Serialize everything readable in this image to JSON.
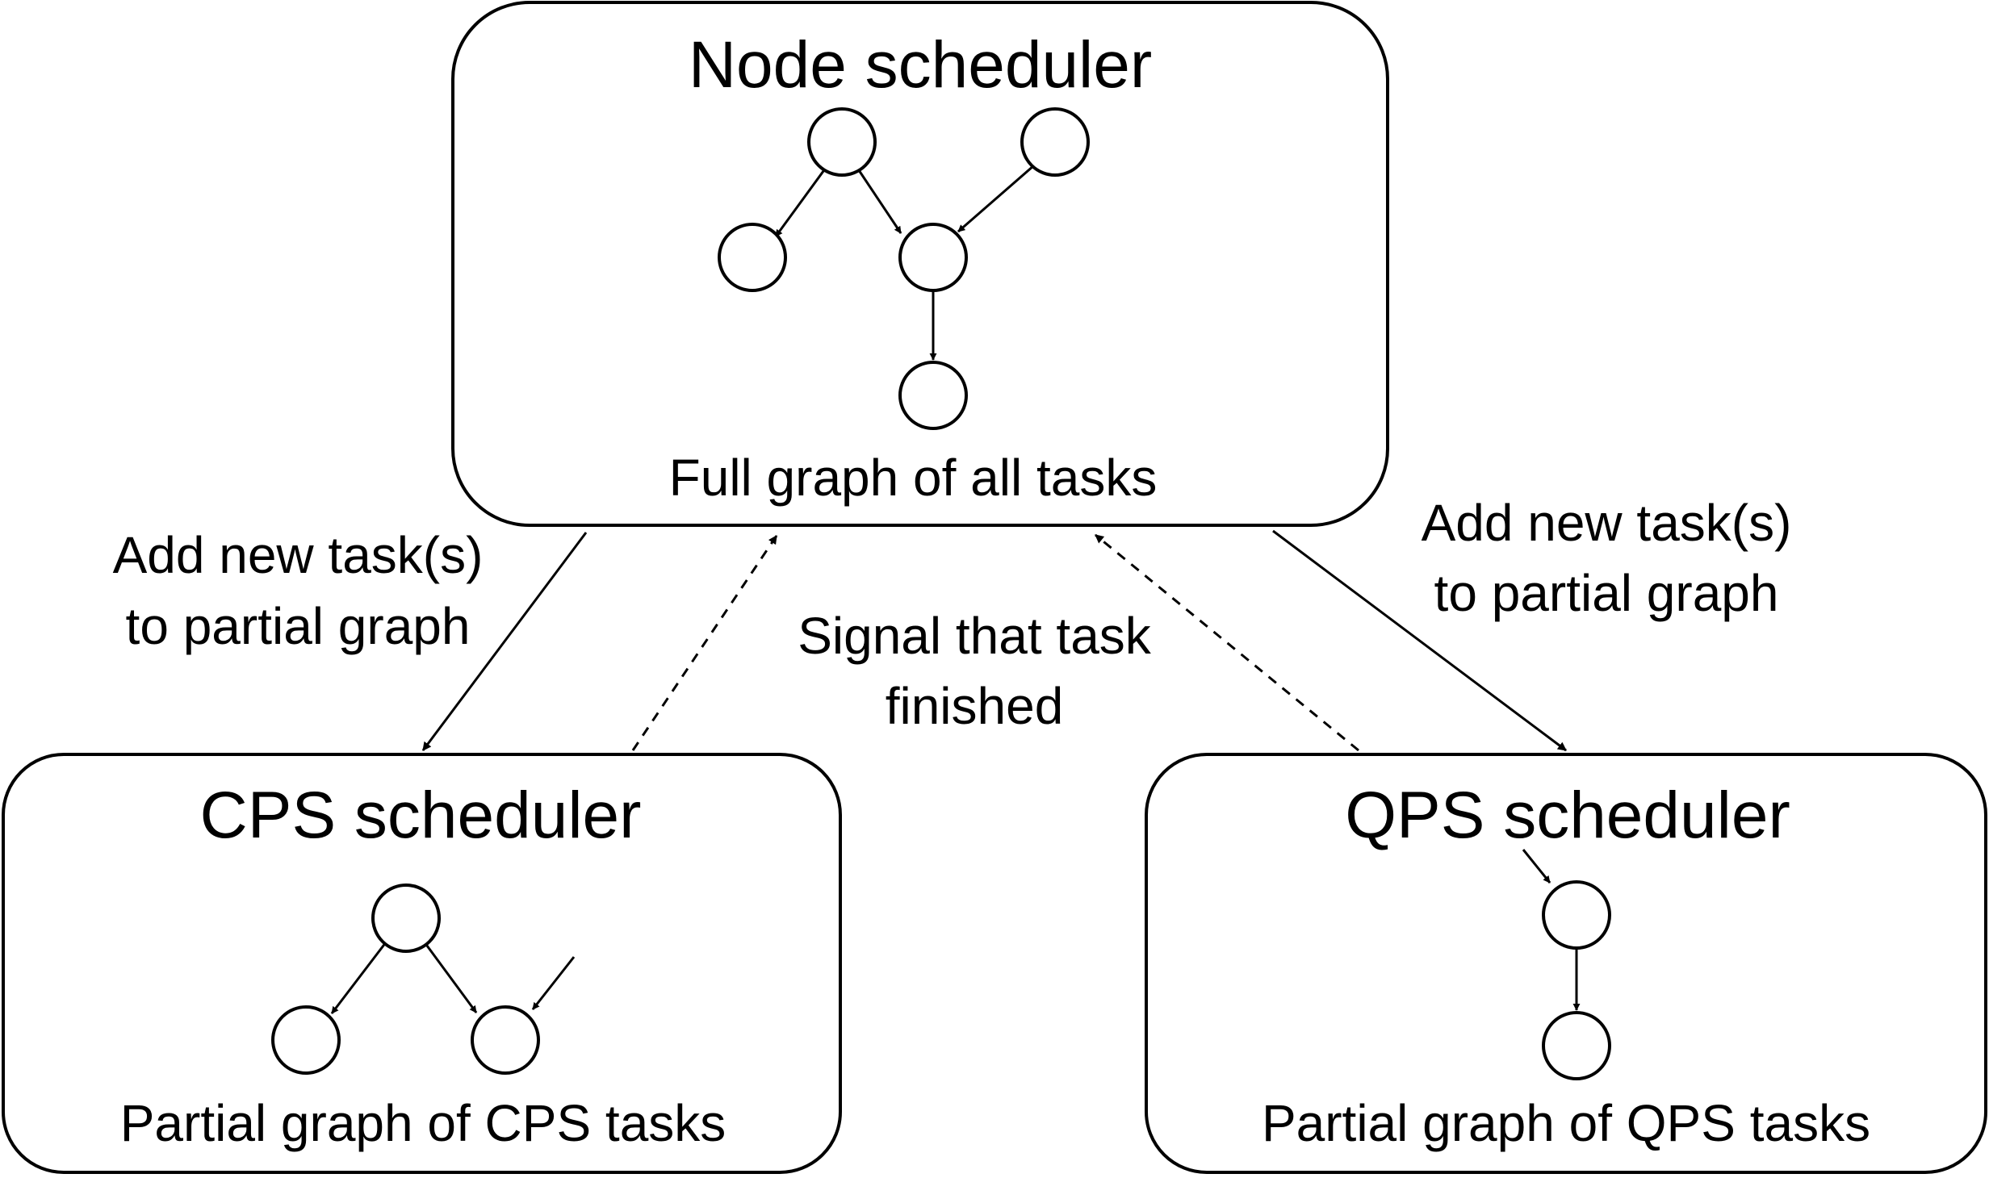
{
  "colors": {
    "stroke": "#000000",
    "background": "#ffffff"
  },
  "node_scheduler": {
    "title": "Node scheduler",
    "caption": "Full graph of all tasks"
  },
  "cps_scheduler": {
    "title": "CPS scheduler",
    "caption": "Partial graph of CPS tasks"
  },
  "qps_scheduler": {
    "title": "QPS scheduler",
    "caption": "Partial graph of QPS tasks"
  },
  "edge_labels": {
    "add_left": [
      "Add new task(s)",
      "to partial graph"
    ],
    "add_right": [
      "Add new task(s)",
      "to partial graph"
    ],
    "signal": [
      "Signal that task",
      "finished"
    ]
  }
}
